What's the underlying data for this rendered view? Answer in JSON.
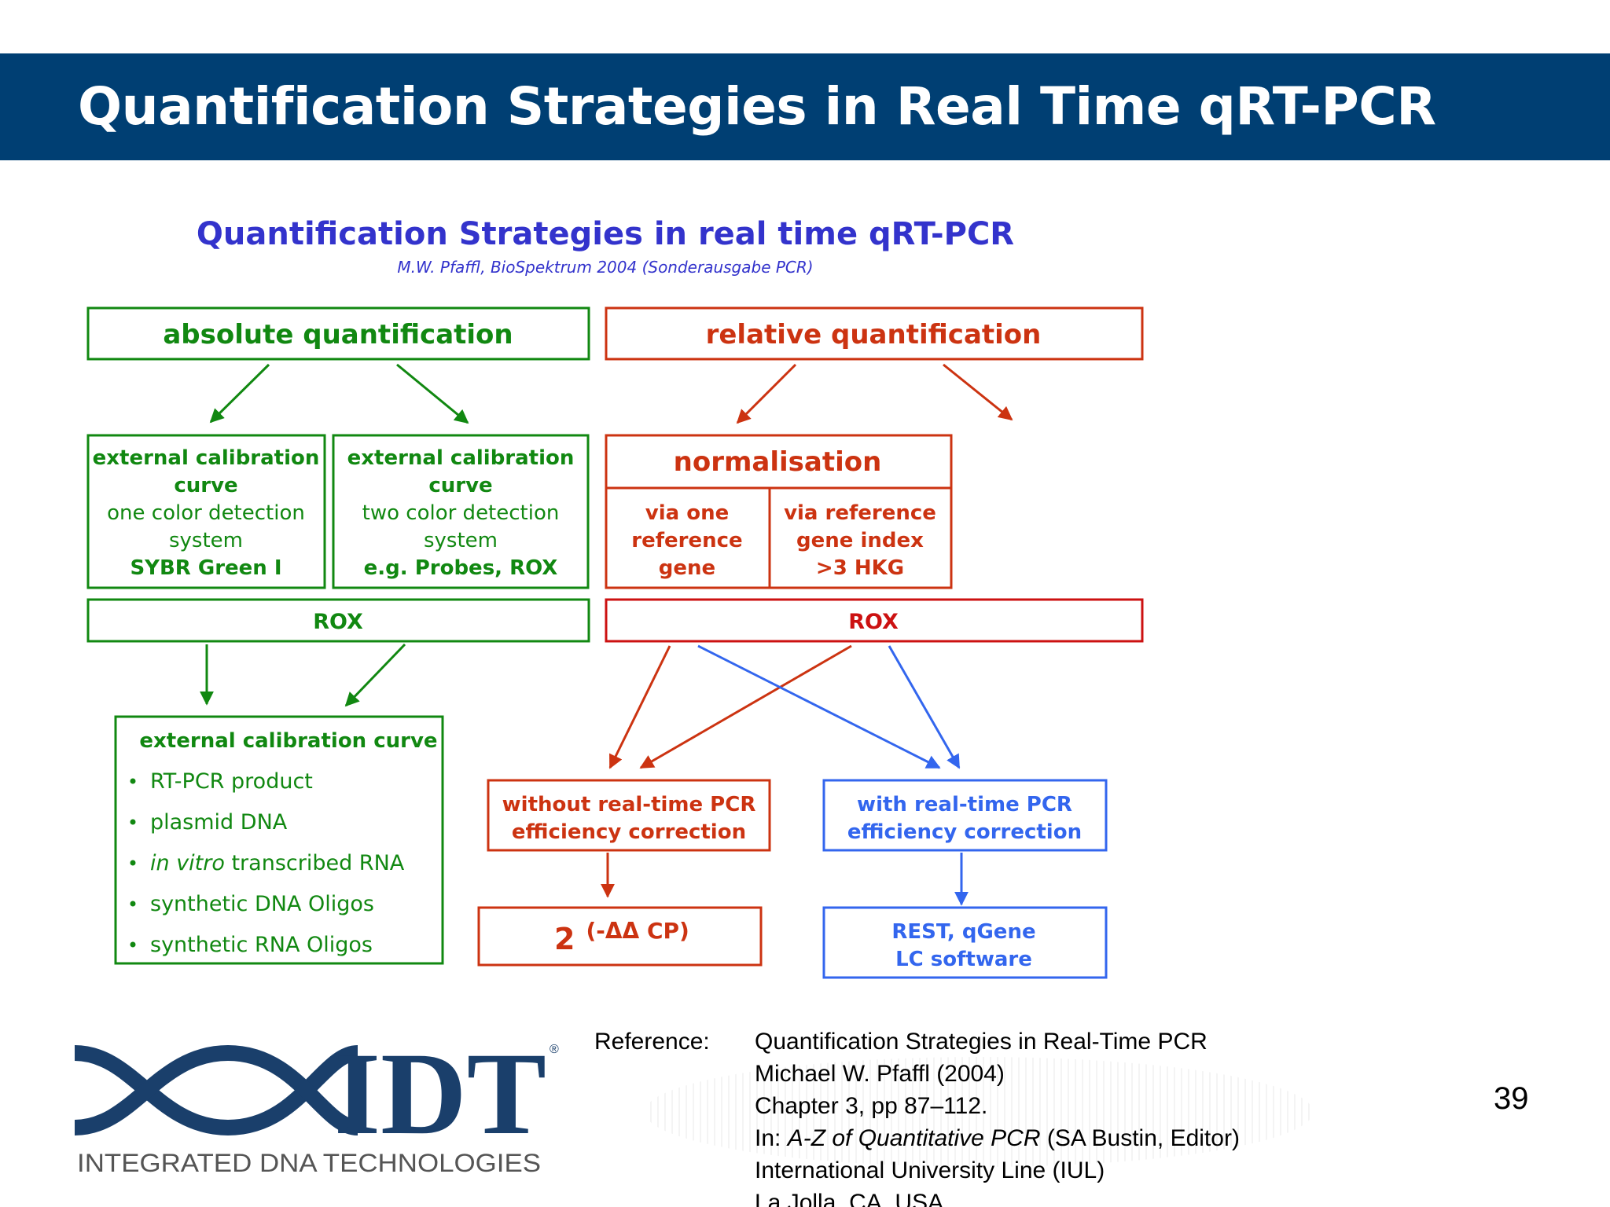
{
  "slide": {
    "title": "Quantification Strategies in Real Time qRT-PCR",
    "page_number": "39"
  },
  "colors": {
    "header_bg": "#003f73",
    "diagram_title": "#3333cc",
    "absolute": "#118811",
    "relative": "#cc3311",
    "rox_relative": "#cc1111",
    "blue": "#3366ee",
    "logo": "#1a3f6b"
  },
  "diagram": {
    "title": "Quantification Strategies in real time qRT-PCR",
    "citation": "M.W. Pfaffl,  BioSpektrum 2004 (Sonderausgabe PCR)",
    "absolute": {
      "heading": "absolute quantification",
      "box1": {
        "line1": "external calibration",
        "line2": "curve",
        "line3": "one color detection",
        "line4": "system",
        "line5": "SYBR Green I"
      },
      "box2": {
        "line1": "external calibration",
        "line2": "curve",
        "line3": "two color detection",
        "line4": "system",
        "line5": "e.g. Probes, ROX"
      },
      "rox": "ROX",
      "calibration": {
        "heading": "external calibration curve",
        "item1": "RT-PCR product",
        "item2": "plasmid DNA",
        "item3_italic": "in vitro",
        "item3_rest": " transcribed RNA",
        "item4": "synthetic DNA Oligos",
        "item5": "synthetic RNA Oligos"
      }
    },
    "relative": {
      "heading": "relative quantification",
      "normalisation": "normalisation",
      "via_one": {
        "line1": "via one",
        "line2": "reference",
        "line3": "gene"
      },
      "via_index": {
        "line1": "via reference",
        "line2": "gene index",
        "line3": ">3 HKG"
      },
      "rox": "ROX",
      "without": {
        "line1": "without real-time PCR",
        "line2": "efficiency correction"
      },
      "with": {
        "line1": "with real-time PCR",
        "line2": "efficiency correction"
      },
      "formula_base": "2",
      "formula_exp": "(-ΔΔ CP)",
      "software": {
        "line1": "REST, qGene",
        "line2": "LC software"
      }
    }
  },
  "reference": {
    "label": "Reference:",
    "lines": [
      {
        "pre": "Quantification Strategies in Real-Time PCR",
        "italic": "",
        "post": ""
      },
      {
        "pre": "Michael W. Pfaffl (2004)",
        "italic": "",
        "post": ""
      },
      {
        "pre": "Chapter 3, pp 87–112.",
        "italic": "",
        "post": ""
      },
      {
        "pre": "In: ",
        "italic": "A-Z of Quantitative PCR",
        "post": " (SA Bustin, Editor)"
      },
      {
        "pre": "International University Line (IUL)",
        "italic": "",
        "post": ""
      },
      {
        "pre": "La Jolla, CA, USA",
        "italic": "",
        "post": ""
      }
    ]
  },
  "logo": {
    "letters": "IDT",
    "registered": "®",
    "tagline": "INTEGRATED DNA TECHNOLOGIES"
  }
}
